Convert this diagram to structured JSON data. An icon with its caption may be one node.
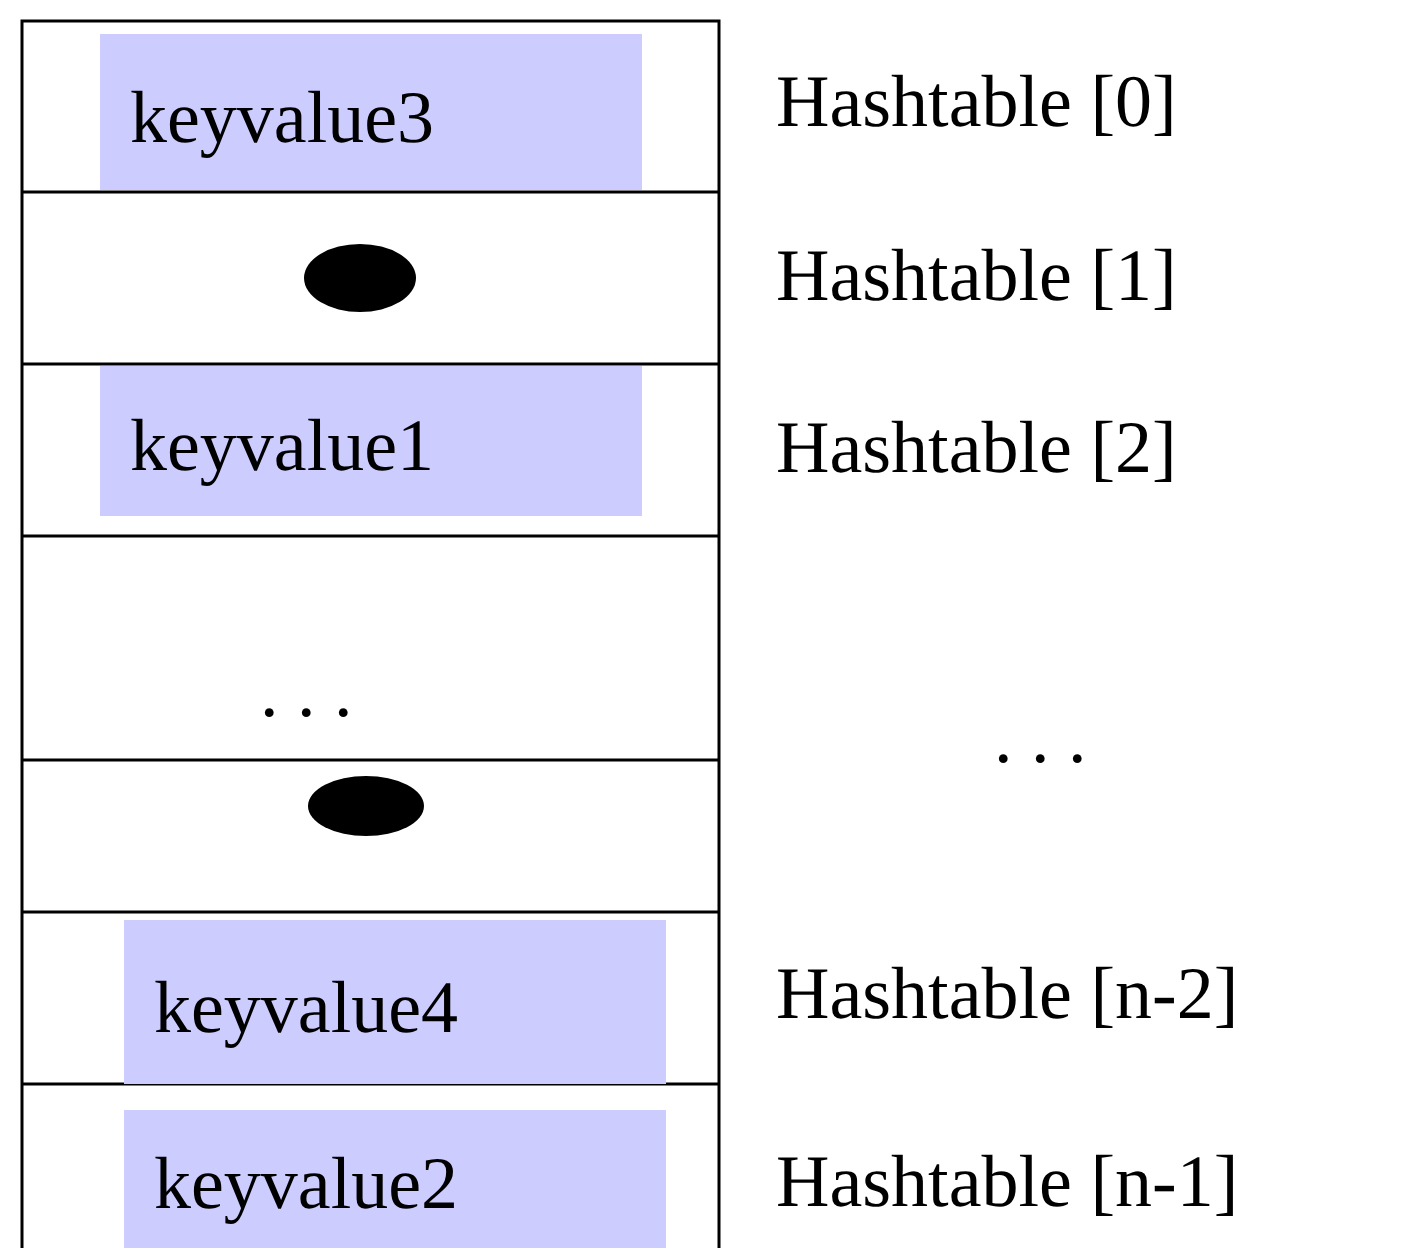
{
  "diagram": {
    "nodes": [
      {
        "text": [
          "keyvalue3"
        ]
      },
      {
        "text": [],
        "shape": "circle"
      },
      {
        "text": [
          "keyvalue1"
        ]
      },
      {
        "text": [],
        "shape": "circle"
      },
      {
        "text": [
          "keyvalue4"
        ]
      },
      {
        "text": [
          "keyvalue2"
        ]
      }
    ],
    "labels": [
      "Hashtable [0]",
      "Hashtable [1]",
      "Hashtable [2]",
      ". . .",
      ". . .",
      "Hashtable [n-2]",
      "Hashtable [n-1]"
    ]
  }
}
